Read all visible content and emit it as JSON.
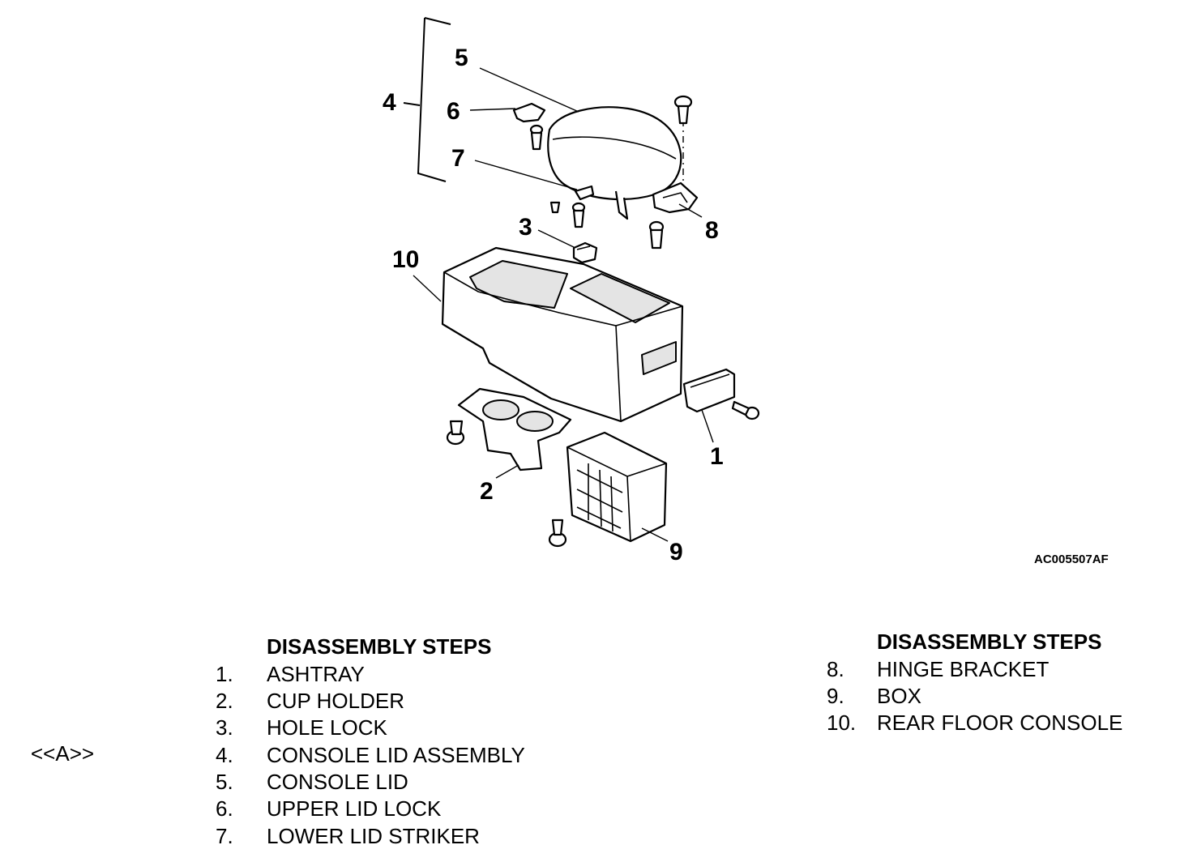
{
  "figure": {
    "id": "AC005507AF",
    "callouts": [
      "1",
      "2",
      "3",
      "4",
      "5",
      "6",
      "7",
      "8",
      "9",
      "10"
    ]
  },
  "note": "<<A>>",
  "steps_left": {
    "heading": "DISASSEMBLY STEPS",
    "items": [
      {
        "num": "1.",
        "name": "ASHTRAY"
      },
      {
        "num": "2.",
        "name": "CUP HOLDER"
      },
      {
        "num": "3.",
        "name": "HOLE LOCK"
      },
      {
        "num": "4.",
        "name": "CONSOLE LID ASSEMBLY"
      },
      {
        "num": "5.",
        "name": "CONSOLE LID"
      },
      {
        "num": "6.",
        "name": "UPPER LID LOCK"
      },
      {
        "num": "7.",
        "name": "LOWER LID STRIKER"
      }
    ]
  },
  "steps_right": {
    "heading": "DISASSEMBLY STEPS",
    "items": [
      {
        "num": "8.",
        "name": "HINGE BRACKET"
      },
      {
        "num": "9.",
        "name": "BOX"
      },
      {
        "num": "10.",
        "name": "REAR FLOOR CONSOLE"
      }
    ]
  }
}
